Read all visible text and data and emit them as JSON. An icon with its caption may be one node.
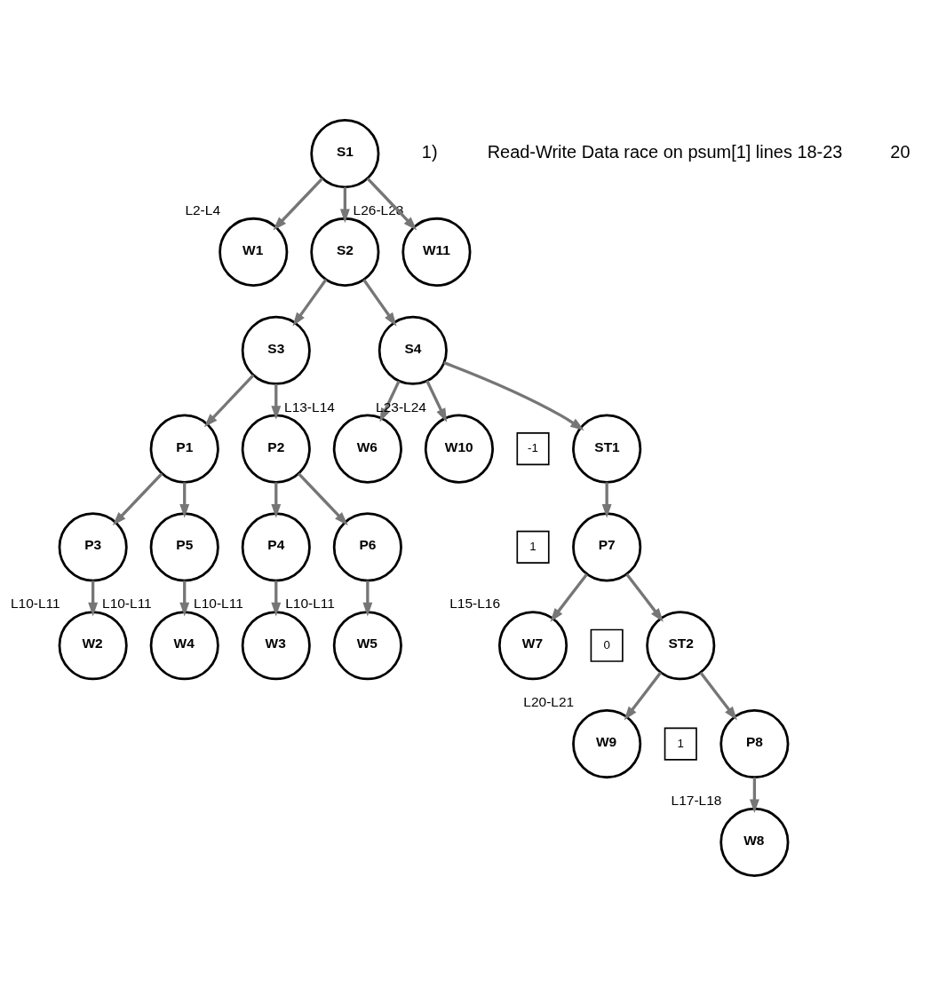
{
  "diagram": {
    "nodes": [
      {
        "text": [
          "S1"
        ]
      },
      {
        "text": [
          "W1"
        ],
        "beside": [
          "L2-L4"
        ]
      },
      {
        "text": [
          "S2"
        ]
      },
      {
        "text": [
          "W11"
        ],
        "beside": [
          "L26-L28"
        ]
      },
      {
        "text": [
          "S3"
        ]
      },
      {
        "text": [
          "S4"
        ]
      },
      {
        "text": [
          "P1"
        ]
      },
      {
        "text": [
          "P2"
        ]
      },
      {
        "text": [
          "W6"
        ],
        "beside": [
          "L13-L14"
        ]
      },
      {
        "text": [
          "ST1"
        ]
      },
      {
        "text": [
          "W10"
        ],
        "beside": [
          "L23-L24"
        ]
      },
      {
        "text": [
          "-1"
        ]
      },
      {
        "text": [
          "P3"
        ]
      },
      {
        "text": [
          "P5"
        ]
      },
      {
        "text": [
          "P4"
        ]
      },
      {
        "text": [
          "P6"
        ]
      },
      {
        "text": [
          "P7"
        ]
      },
      {
        "text": [
          "1"
        ]
      },
      {
        "text": [
          "W2"
        ],
        "beside": [
          "L10-L11"
        ]
      },
      {
        "text": [
          "W4"
        ],
        "beside": [
          "L10-L11"
        ]
      },
      {
        "text": [
          "W3"
        ],
        "beside": [
          "L10-L11"
        ]
      },
      {
        "text": [
          "W5"
        ],
        "beside": [
          "L10-L11"
        ]
      },
      {
        "text": [
          "W7"
        ],
        "beside": [
          "L15-L16"
        ]
      },
      {
        "text": [
          "ST2"
        ]
      },
      {
        "text": [
          "0"
        ]
      },
      {
        "text": [
          "P8"
        ]
      },
      {
        "text": [
          "W9"
        ],
        "beside": [
          "L20-L21"
        ]
      },
      {
        "text": [
          "1"
        ]
      },
      {
        "text": [
          "W8"
        ],
        "beside": [
          "L17-L18"
        ]
      }
    ],
    "edges": [
      {
        "from": 0,
        "to": 1,
        "arrow": "to"
      },
      {
        "from": 0,
        "to": 2,
        "arrow": "to"
      },
      {
        "from": 0,
        "to": 3,
        "arrow": "to"
      },
      {
        "from": 2,
        "to": 4,
        "arrow": "to"
      },
      {
        "from": 2,
        "to": 5,
        "arrow": "to"
      },
      {
        "from": 4,
        "to": 6,
        "arrow": "to"
      },
      {
        "from": 4,
        "to": 7,
        "arrow": "to"
      },
      {
        "from": 5,
        "to": 8,
        "arrow": "to"
      },
      {
        "from": 5,
        "to": 9,
        "arrow": "to"
      },
      {
        "from": 5,
        "to": 10,
        "arrow": "to"
      },
      {
        "from": 6,
        "to": 12,
        "arrow": "to"
      },
      {
        "from": 6,
        "to": 13,
        "arrow": "to"
      },
      {
        "from": 7,
        "to": 14,
        "arrow": "to"
      },
      {
        "from": 7,
        "to": 15,
        "arrow": "to"
      },
      {
        "from": 12,
        "to": 18,
        "arrow": "to"
      },
      {
        "from": 13,
        "to": 19,
        "arrow": "to"
      },
      {
        "from": 14,
        "to": 20,
        "arrow": "to"
      },
      {
        "from": 15,
        "to": 21,
        "arrow": "to"
      },
      {
        "from": 9,
        "to": 16,
        "arrow": "to"
      },
      {
        "from": 16,
        "to": 22,
        "arrow": "to"
      },
      {
        "from": 16,
        "to": 23,
        "arrow": "to"
      },
      {
        "from": 23,
        "to": 25,
        "arrow": "to"
      },
      {
        "from": 23,
        "to": 26,
        "arrow": "to"
      },
      {
        "from": 25,
        "to": 28,
        "arrow": "to"
      }
    ],
    "labels": [
      "1)",
      "Read-Write Data race on psum[1] lines 18-23",
      "20"
    ]
  }
}
